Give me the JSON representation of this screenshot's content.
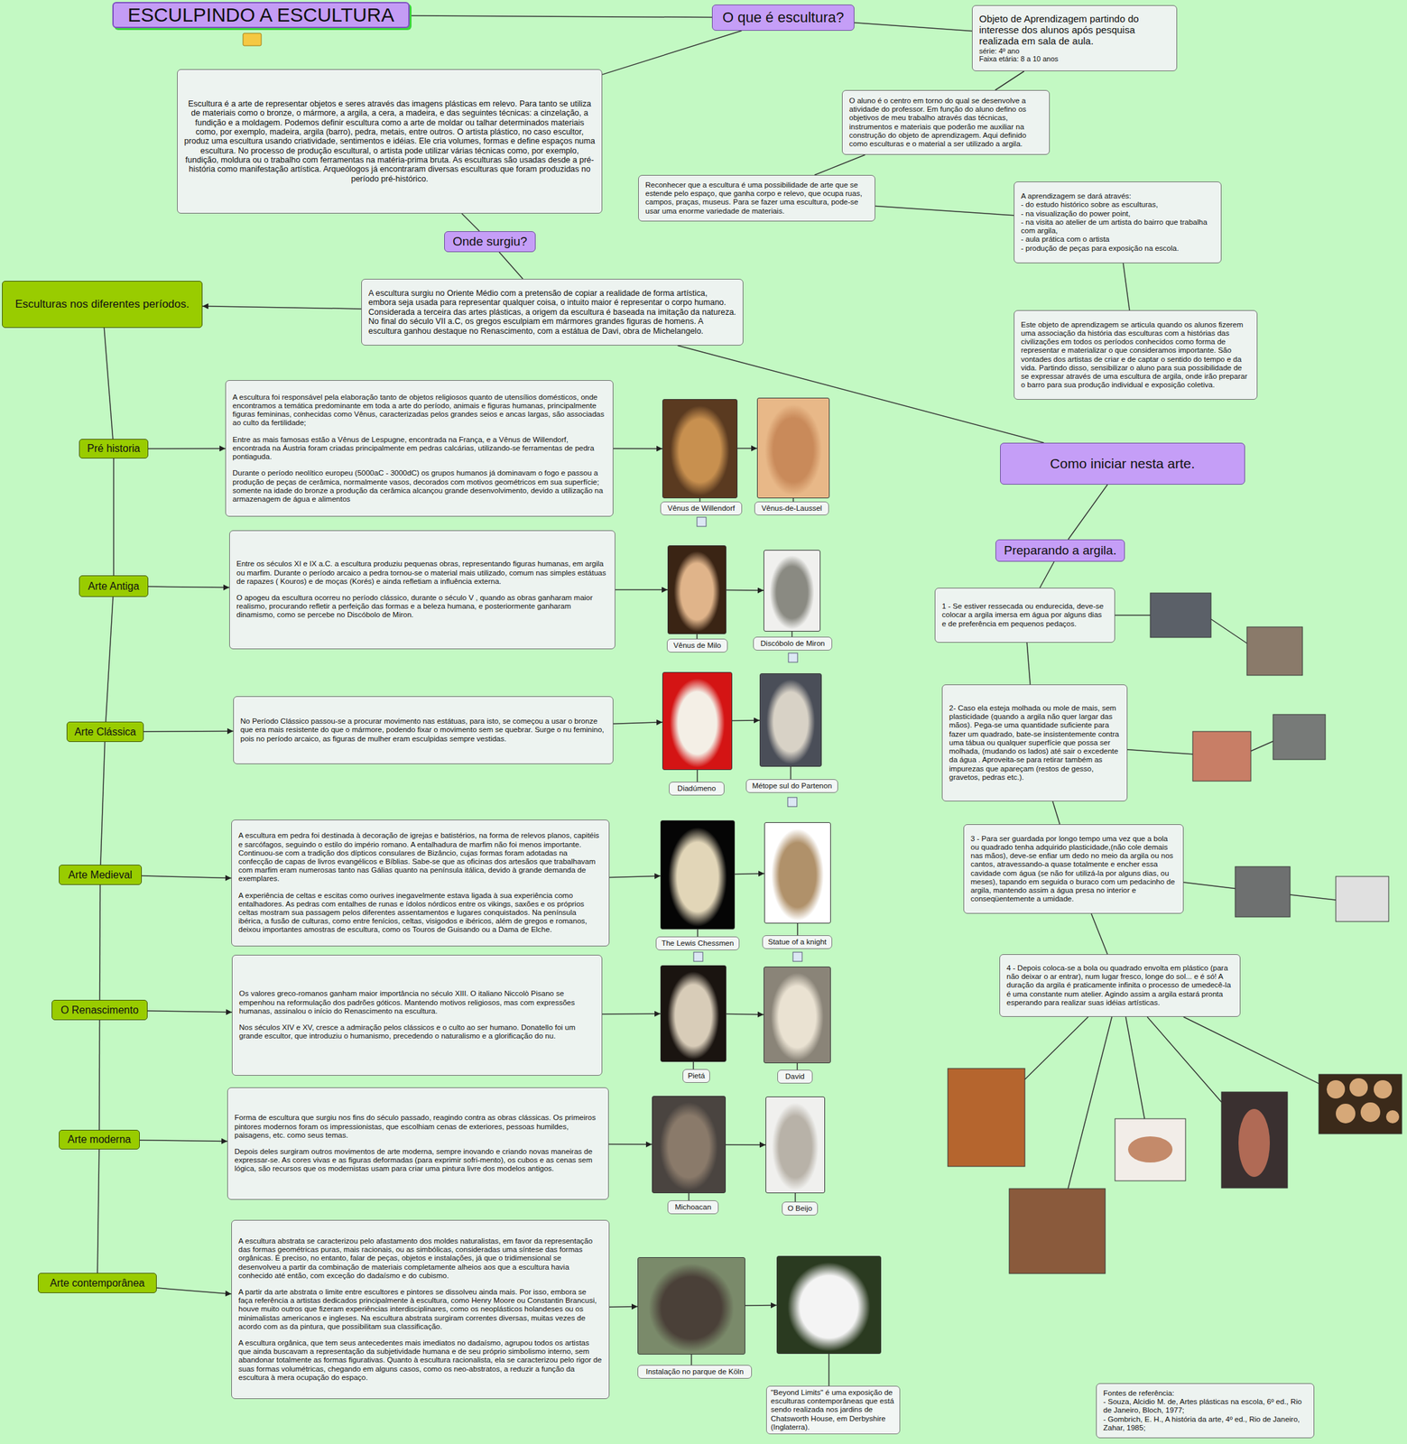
{
  "diagram": {
    "nodes": [
      {
        "text": [
          "ESCULPINDO A ESCULTURA"
        ]
      },
      {
        "text": [
          "O que é escultura?"
        ]
      },
      {
        "text": [
          "Objeto de Aprendizagem partindo do interesse dos alunos após pesquisa realizada em sala de aula.",
          "série: 4º ano",
          "Faixa etária: 8 a 10 anos"
        ]
      },
      {
        "text": [
          "Escultura é a arte de representar objetos e seres através das imagens plásticas em relevo. Para tanto se utiliza de materiais como o bronze, o mármore, a argila, a cera, a madeira, e das seguintes técnicas: a cinzelação, a fundição e a moldagem. Podemos definir escultura como a arte de moldar ou talhar determinados materiais como, por exemplo, madeira, argila (barro), pedra, metais, entre outros. O artista plástico, no caso escultor, produz uma escultura usando criatividade, sentimentos e idéias. Ele cria volumes, formas e define espaços numa escultura. No processo de produção escultural, o artista pode utilizar várias técnicas como, por exemplo, fundição, moldura ou o trabalho com ferramentas na matéria-prima bruta. As esculturas são usadas desde a pré-história como manifestação artística. Arqueólogos já encontraram diversas esculturas que foram produzidas no período pré-histórico."
        ]
      },
      {
        "text": [
          "O aluno é o centro em torno do qual se desenvolve a atividade do professor. Em função do aluno defino os objetivos de meu trabalho através das técnicas, instrumentos e materiais que poderão me auxiliar na construção do objeto de aprendizagem. Aqui definido como esculturas e o material a ser utilizado a argila."
        ]
      },
      {
        "text": [
          "Reconhecer que a escultura é uma possibilidade de arte que se estende pelo espaço, que ganha corpo e relevo, que ocupa ruas, campos, praças, museus. Para se fazer uma escultura, pode-se usar uma enorme variedade de materiais."
        ]
      },
      {
        "text": [
          "A aprendizagem se dará através:",
          "- do estudo histórico sobre as esculturas,",
          "- na visualização do power point,",
          "- na visita ao atelier de um artista do bairro que trabalha com argila,",
          "- aula prática com o artista",
          "- produção de peças para exposição na escola."
        ]
      },
      {
        "text": [
          "Onde surgiu?"
        ]
      },
      {
        "text": [
          "Esculturas nos diferentes períodos."
        ]
      },
      {
        "text": [
          "A escultura surgiu no Oriente Médio com a pretensão de copiar a realidade de forma artística, embora seja usada para representar qualquer coisa, o intuito maior é representar o corpo humano. Considerada a terceira das artes plásticas, a origem da escultura é baseada na imitação da natureza. No final do século VII a.C, os gregos esculpiam em mármores grandes figuras de homens. A escultura ganhou destaque no Renascimento, com a estátua de Davi, obra de Michelangelo."
        ]
      },
      {
        "text": [
          "Este objeto de aprendizagem se articula quando os alunos fizerem uma associação da história das esculturas com a histórias das civilizações em todos os períodos conhecidos como forma de representar e materializar o que consideramos importante. São vontades dos artistas de criar e de captar o sentido do tempo e da vida. Partindo disso, sensibilizar o aluno para sua possibilidade de se expressar através de uma escultura de argila, onde irão preparar o barro para sua produção individual e exposição coletiva."
        ]
      },
      {
        "text": [
          "Pré historia"
        ]
      },
      {
        "text": [
          "A escultura foi responsável pela elaboração tanto de objetos religiosos quanto de utensílios domésticos, onde encontramos a temática predominante em toda a arte do período, animais e figuras humanas, principalmente figuras femininas, conhecidas como Vênus, caracterizadas pelos grandes seios e ancas largas, são associadas ao culto da fertilidade;",
          "Entre as mais famosas estão a Vênus de Lespugne, encontrada na França, e a Vênus de Willendorf, encontrada na Áustria foram criadas principalmente em pedras calcárias, utilizando-se ferramentas de pedra pontiaguda.",
          "Durante o período neolítico europeu (5000aC - 3000dC) os grupos humanos já dominavam o fogo e passou a produção de peças de cerâmica, normalmente vasos, decorados com motivos geométricos em sua superfície; somente na idade do bronze a produção da cerâmica alcançou grande desenvolvimento, devido a utilização na armazenagem de água e alimentos"
        ]
      },
      {
        "text": [
          "Vênus de Willendorf"
        ]
      },
      {
        "text": [
          "Vênus-de-Laussel"
        ]
      },
      {
        "text": [
          "Como iniciar nesta arte."
        ]
      },
      {
        "text": [
          "Arte Antiga"
        ]
      },
      {
        "text": [
          "Entre os séculos XI e IX a.C. a escultura produziu pequenas obras, representando figuras humanas, em argila ou marfim. Durante o período arcaico a pedra tornou-se o material mais utilizado, comum nas simples estátuas de rapazes ( Kouros) e de moças (Korés) e ainda refletiam a influência externa.",
          "O apogeu da escultura ocorreu no período clássico, durante o século V , quando as obras ganharam maior realismo, procurando refletir a perfeição das formas e a beleza humana, e posteriormente ganharam dinamismo, como se percebe no Discóbolo de Miron."
        ]
      },
      {
        "text": [
          "Vênus de Milo"
        ]
      },
      {
        "text": [
          "Discóbolo de Miron"
        ]
      },
      {
        "text": [
          "Preparando a argila."
        ]
      },
      {
        "text": [
          "1 - Se estiver ressecada ou endurecida, deve-se colocar a argila imersa em água por alguns dias e de preferência em pequenos pedaços."
        ]
      },
      {
        "text": [
          "Arte Clássica"
        ]
      },
      {
        "text": [
          "No Período Clássico passou-se a procurar movimento nas estátuas, para isto, se começou a usar o bronze que era mais resistente do que o mármore, podendo fixar o movimento sem se quebrar. Surge o nu feminino, pois no período arcaico, as figuras de mulher eram esculpidas sempre vestidas."
        ]
      },
      {
        "text": [
          "Diadúmeno"
        ]
      },
      {
        "text": [
          "Métope sul do Partenon"
        ]
      },
      {
        "text": [
          "2- Caso ela esteja molhada ou mole de mais, sem plasticidade (quando a argila não quer largar das mãos). Pega-se uma quantidade suficiente para fazer um quadrado, bate-se insistentemente contra uma tábua ou qualquer superfície que possa ser molhada, (mudando os lados) até sair o excedente da água . Aproveita-se para retirar também as impurezas que apareçam (restos de gesso, gravetos, pedras etc.)."
        ]
      },
      {
        "text": [
          "3 - Para ser guardada por longo tempo uma vez que a bola ou quadrado tenha adquirido plasticidade,(não cole demais nas mãos), deve-se enfiar um dedo no meio da argila ou nos cantos, atravessando-a quase totalmente e encher essa cavidade com água (se não for utilizá-la por alguns dias, ou meses), tapando em seguida o buraco com um pedacinho de argila, mantendo assim a água presa no interior e conseqüentemente a umidade."
        ]
      },
      {
        "text": [
          "Arte Medieval"
        ]
      },
      {
        "text": [
          "A escultura em pedra foi destinada à decoração de igrejas e batistérios, na forma de relevos planos, capitéis e sarcófagos, seguindo o estilo do império romano. A entalhadura de marfim não foi menos importante. Continuou-se com a tradição dos dípticos consulares de Bizâncio, cujas formas foram adotadas na confecção de capas de livros evangélicos e Bíblias. Sabe-se que as oficinas dos artesãos que trabalhavam com marfim eram numerosas tanto nas Gálias quanto na península itálica, devido à grande demanda de exemplares.",
          "A experiência de celtas e escitas como ourives inegavelmente estava ligada à sua experiência como entalhadores. As pedras com entalhes de runas e ídolos nórdicos entre os vikings, saxões e os próprios celtas mostram sua passagem pelos diferentes assentamentos e lugares conquistados. Na península ibérica, a fusão de culturas, como entre fenícios, celtas, visigodos e ibéricos, além de gregos e romanos, deixou importantes amostras de escultura, como os Touros de Guisando ou a Dama de Elche."
        ]
      },
      {
        "text": [
          "The Lewis Chessmen"
        ]
      },
      {
        "text": [
          "Statue of a knight"
        ]
      },
      {
        "text": [
          "4 - Depois coloca-se a bola ou quadrado envolta em plástico (para não deixar o ar entrar), num lugar fresco, longe do sol... e é só! A duração da argila é praticamente infinita o processo de umedecê-la é uma constante num atelier. Agindo assim a argila estará pronta esperando para realizar suas idéias artísticas."
        ]
      },
      {
        "text": [
          "O Renascimento"
        ]
      },
      {
        "text": [
          "Os valores greco-romanos ganham maior importância no século XIII. O italiano Niccolò Pisano se empenhou na reformulação dos padrões góticos. Mantendo motivos religiosos, mas com expressões humanas, assinalou o início do Renascimento na escultura.",
          "Nos séculos XIV e XV, cresce a admiração pelos clássicos e o culto ao ser humano. Donatello foi um grande escultor, que introduziu o humanismo, precedendo o naturalismo e a glorificação do nu."
        ]
      },
      {
        "text": [
          "Pietá"
        ]
      },
      {
        "text": [
          "David"
        ]
      },
      {
        "text": [
          "Arte moderna"
        ]
      },
      {
        "text": [
          "Forma de escultura que surgiu nos fins do século passado, reagindo contra as obras clássicas. Os primeiros pintores modernos foram os impressionistas, que escolhiam cenas de exteriores, pessoas humildes, paisagens, etc. como seus temas.",
          "Depois deles surgiram outros movimentos de arte moderna, sempre inovando e criando novas maneiras de expressar-se. As cores vivas e as figuras deformadas (para exprimir sofri-mento), os cubos e as cenas sem lógica, são recursos que os modernistas usam para criar uma pintura livre dos modelos antigos."
        ]
      },
      {
        "text": [
          "Michoacan"
        ]
      },
      {
        "text": [
          "O Beijo"
        ]
      },
      {
        "text": [
          "Arte contemporânea"
        ]
      },
      {
        "text": [
          "A escultura abstrata se caracterizou pelo afastamento dos moldes naturalistas, em favor da representação das formas geométricas puras, mais racionais, ou as simbólicas, consideradas uma síntese das formas orgânicas. É preciso, no entanto, falar de peças, objetos e instalações, já que o tridimensional se desenvolveu a partir da combinação de materiais completamente alheios aos que a escultura havia conhecido até então, com exceção do dadaísmo e do cubismo.",
          "A partir da arte abstrata o limite entre escultores e pintores se dissolveu ainda mais. Por isso, embora se faça referência a artistas dedicados principalmente à escultura, como Henry Moore ou Constantin Brancusi, houve muito outros que fizeram experiências interdisciplinares, como os neoplásticos holandeses ou os minimalistas americanos e ingleses. Na escultura abstrata surgiram correntes diversas, muitas vezes de acordo com as da pintura, que possibilitam sua classificação.",
          "A escultura orgânica, que tem seus antecedentes mais imediatos no dadaísmo, agrupou todos os artistas que ainda buscavam a representação da subjetividade humana e de seu próprio simbolismo interno, sem abandonar totalmente as formas figurativas. Quanto à escultura racionalista, ela se caracterizou pelo rigor de suas formas volumétricas, chegando em alguns casos, como os neo-abstratos, a reduzir a função da escultura à mera ocupação do espaço."
        ]
      },
      {
        "text": [
          "Instalação no parque de Köln"
        ]
      },
      {
        "text": [
          "\"Beyond Limits\" é uma exposição de esculturas contemporâneas que está sendo realizada nos jardins de Chatsworth House, em Derbyshire (Inglaterra)."
        ]
      },
      {
        "text": [
          "Fontes de referência:",
          "- Souza, Alcidio M. de, Artes plásticas na escola, 6º ed., Rio de Janeiro, Bloch, 1977;",
          "- Gombrich, E. H., A história da arte, 4º ed., Rio de Janeiro, Zahar, 1985;"
        ]
      }
    ],
    "edges": [
      {
        "from": 0,
        "to": 1,
        "arrow": "none"
      },
      {
        "from": 1,
        "to": 3,
        "arrow": "none"
      },
      {
        "from": 1,
        "to": 2,
        "arrow": "none"
      },
      {
        "from": 2,
        "to": 4,
        "arrow": "none"
      },
      {
        "from": 4,
        "to": 5,
        "arrow": "none"
      },
      {
        "from": 5,
        "to": 6,
        "arrow": "none"
      },
      {
        "from": 6,
        "to": 10,
        "arrow": "none"
      },
      {
        "from": 3,
        "to": 7,
        "arrow": "none"
      },
      {
        "from": 7,
        "to": 9,
        "arrow": "none"
      },
      {
        "from": 9,
        "to": 8,
        "arrow": "to"
      },
      {
        "from": 9,
        "to": 15,
        "arrow": "none"
      },
      {
        "from": 8,
        "to": 11,
        "arrow": "none"
      },
      {
        "from": 11,
        "to": 16,
        "arrow": "none"
      },
      {
        "from": 16,
        "to": 22,
        "arrow": "none"
      },
      {
        "from": 22,
        "to": 28,
        "arrow": "none"
      },
      {
        "from": 28,
        "to": 33,
        "arrow": "none"
      },
      {
        "from": 33,
        "to": 37,
        "arrow": "none"
      },
      {
        "from": 37,
        "to": 41,
        "arrow": "none"
      },
      {
        "from": 11,
        "to": 12,
        "arrow": "to"
      },
      {
        "from": 12,
        "to": 13,
        "arrow": "to"
      },
      {
        "from": 13,
        "to": 14,
        "arrow": "to"
      },
      {
        "from": 16,
        "to": 17,
        "arrow": "to"
      },
      {
        "from": 17,
        "to": 18,
        "arrow": "to"
      },
      {
        "from": 18,
        "to": 19,
        "arrow": "to"
      },
      {
        "from": 22,
        "to": 23,
        "arrow": "to"
      },
      {
        "from": 23,
        "to": 24,
        "arrow": "to"
      },
      {
        "from": 24,
        "to": 25,
        "arrow": "to"
      },
      {
        "from": 28,
        "to": 29,
        "arrow": "to"
      },
      {
        "from": 29,
        "to": 30,
        "arrow": "to"
      },
      {
        "from": 30,
        "to": 31,
        "arrow": "to"
      },
      {
        "from": 33,
        "to": 34,
        "arrow": "to"
      },
      {
        "from": 34,
        "to": 35,
        "arrow": "to"
      },
      {
        "from": 35,
        "to": 36,
        "arrow": "to"
      },
      {
        "from": 37,
        "to": 38,
        "arrow": "to"
      },
      {
        "from": 38,
        "to": 39,
        "arrow": "to"
      },
      {
        "from": 39,
        "to": 40,
        "arrow": "to"
      },
      {
        "from": 41,
        "to": 42,
        "arrow": "to"
      },
      {
        "from": 42,
        "to": 43,
        "arrow": "to"
      },
      {
        "from": 43,
        "to": 44,
        "arrow": "to"
      },
      {
        "from": 15,
        "to": 20,
        "arrow": "none"
      },
      {
        "from": 20,
        "to": 21,
        "arrow": "none"
      },
      {
        "from": 21,
        "to": 26,
        "arrow": "none"
      },
      {
        "from": 26,
        "to": 27,
        "arrow": "none"
      },
      {
        "from": 27,
        "to": 32,
        "arrow": "none"
      }
    ]
  }
}
